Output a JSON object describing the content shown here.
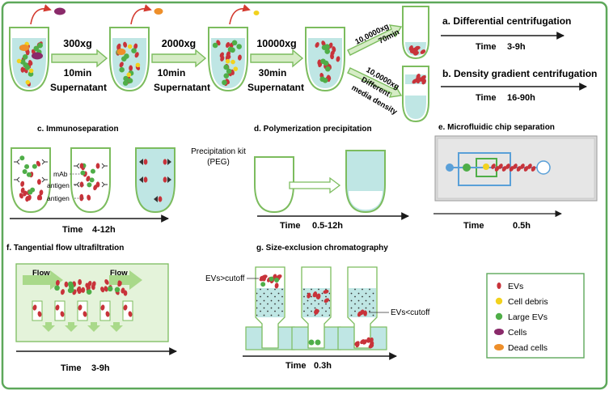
{
  "colors": {
    "frame": "#5da85a",
    "ev": "#c8333a",
    "debris": "#f2d21e",
    "large_ev": "#4fae48",
    "cells": "#8a2a6a",
    "dead": "#ee8f2a",
    "liquid": "#bfe6e4",
    "arrow_fill": "#d6ecc6",
    "arrow_stroke": "#7cbc5e",
    "pointer": "#d43a2f",
    "chip_bg": "#d9d9d9",
    "chip_blue": "#5aa0d8"
  },
  "centrifugation": {
    "steps": [
      {
        "speed": "300xg",
        "time": "10min",
        "label": "Supernatant"
      },
      {
        "speed": "2000xg",
        "time": "10min",
        "label": "Supernatant"
      },
      {
        "speed": "10000xg",
        "time": "30min",
        "label": "Supernatant"
      }
    ],
    "branch_a": {
      "speed": "10,0000xg",
      "time": "70min"
    },
    "branch_b": {
      "speed": "10,0000xg",
      "line2": "Different",
      "line3": "media density"
    }
  },
  "methods": {
    "a": {
      "title": "a. Differential centrifugation",
      "time_label": "Time",
      "time_value": "3-9h"
    },
    "b": {
      "title": "b. Density gradient centrifugation",
      "time_label": "Time",
      "time_value": "16-90h"
    },
    "c": {
      "title": "c. Immunoseparation",
      "time_label": "Time",
      "time_value": "4-12h",
      "labels": {
        "mab": "mAb",
        "antigen1": "antigen",
        "antigen2": "antigen"
      }
    },
    "d": {
      "title": "d. Polymerization precipitation",
      "time_label": "Time",
      "time_value": "0.5-12h",
      "kit_line1": "Precipitation kit",
      "kit_line2": "(PEG)"
    },
    "e": {
      "title": "e. Microfluidic chip separation",
      "time_label": "Time",
      "time_value": "0.5h"
    },
    "f": {
      "title": "f. Tangential flow ultrafiltration",
      "time_label": "Time",
      "time_value": "3-9h",
      "flow_in": "Flow",
      "flow_out": "Flow"
    },
    "g": {
      "title": "g. Size-exclusion chromatography",
      "time_label": "Time",
      "time_value": "0.3h",
      "label_gt": "EVs>cutoff",
      "label_lt": "EVs<cutoff"
    }
  },
  "legend": {
    "items": [
      {
        "label": "EVs",
        "kind": "ev"
      },
      {
        "label": "Cell debris",
        "kind": "debris"
      },
      {
        "label": "Large EVs",
        "kind": "large_ev"
      },
      {
        "label": "Cells",
        "kind": "cells"
      },
      {
        "label": "Dead cells",
        "kind": "dead"
      }
    ]
  }
}
